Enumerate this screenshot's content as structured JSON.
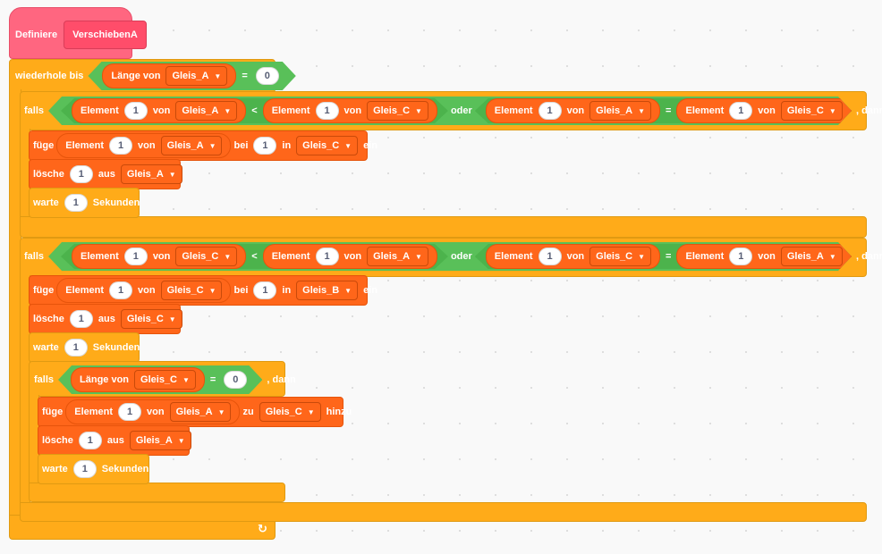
{
  "define": {
    "label": "Definiere",
    "name": "VerschiebenA"
  },
  "repeat": {
    "label": "wiederhole bis",
    "length_of": "Länge von",
    "list": "Gleis_A",
    "eq": "=",
    "value": "0"
  },
  "if1": {
    "falls": "falls",
    "dann": ", dann",
    "oder": "oder",
    "cond_a": {
      "element": "Element",
      "idx": "1",
      "von": "von",
      "list1": "Gleis_A",
      "op": "<",
      "element2": "Element",
      "idx2": "1",
      "von2": "von",
      "list2": "Gleis_C"
    },
    "cond_b": {
      "element": "Element",
      "idx": "1",
      "von": "von",
      "list1": "Gleis_A",
      "op": "=",
      "element2": "Element",
      "idx2": "1",
      "von2": "von",
      "list2": "Gleis_C"
    },
    "insert": {
      "fuege": "füge",
      "element": "Element",
      "idx": "1",
      "von": "von",
      "list": "Gleis_A",
      "bei": "bei",
      "pos": "1",
      "in": "in",
      "target": "Gleis_C",
      "ein": "ein"
    },
    "delete": {
      "loesche": "lösche",
      "idx": "1",
      "aus": "aus",
      "list": "Gleis_A"
    },
    "wait": {
      "warte": "warte",
      "secs": "1",
      "sekunden": "Sekunden"
    }
  },
  "if2": {
    "falls": "falls",
    "dann": ", dann",
    "oder": "oder",
    "cond_a": {
      "element": "Element",
      "idx": "1",
      "von": "von",
      "list1": "Gleis_C",
      "op": "<",
      "element2": "Element",
      "idx2": "1",
      "von2": "von",
      "list2": "Gleis_A"
    },
    "cond_b": {
      "element": "Element",
      "idx": "1",
      "von": "von",
      "list1": "Gleis_C",
      "op": "=",
      "element2": "Element",
      "idx2": "1",
      "von2": "von",
      "list2": "Gleis_A"
    },
    "insert": {
      "fuege": "füge",
      "element": "Element",
      "idx": "1",
      "von": "von",
      "list": "Gleis_C",
      "bei": "bei",
      "pos": "1",
      "in": "in",
      "target": "Gleis_B",
      "ein": "ein"
    },
    "delete": {
      "loesche": "lösche",
      "idx": "1",
      "aus": "aus",
      "list": "Gleis_C"
    },
    "wait": {
      "warte": "warte",
      "secs": "1",
      "sekunden": "Sekunden"
    }
  },
  "if3": {
    "falls": "falls",
    "dann": ", dann",
    "cond": {
      "length_of": "Länge von",
      "list": "Gleis_C",
      "eq": "=",
      "value": "0"
    },
    "add": {
      "fuege": "füge",
      "element": "Element",
      "idx": "1",
      "von": "von",
      "list": "Gleis_A",
      "zu": "zu",
      "target": "Gleis_C",
      "hinzu": "hinzu"
    },
    "delete": {
      "loesche": "lösche",
      "idx": "1",
      "aus": "aus",
      "list": "Gleis_A"
    },
    "wait": {
      "warte": "warte",
      "secs": "1",
      "sekunden": "Sekunden"
    }
  },
  "loop_arrow": "↻",
  "colors": {
    "control": "#ffab19",
    "list": "#ff661a",
    "operator": "#59c059",
    "define": "#ff6680"
  }
}
